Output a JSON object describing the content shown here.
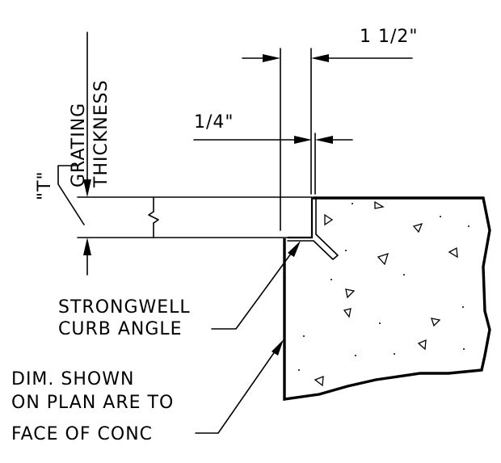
{
  "diagram": {
    "dimension_top": "1 1/2\"",
    "dimension_small": "1/4\"",
    "thickness_label_line1": "GRATING",
    "thickness_label_line2": "THICKNESS",
    "t_label": "\"T\"",
    "callout_curb_line1": "STRONGWELL",
    "callout_curb_line2": "CURB ANGLE",
    "callout_dim_line1": "DIM. SHOWN",
    "callout_dim_line2": "ON PLAN ARE TO",
    "callout_dim_line3": "FACE OF CONC"
  }
}
